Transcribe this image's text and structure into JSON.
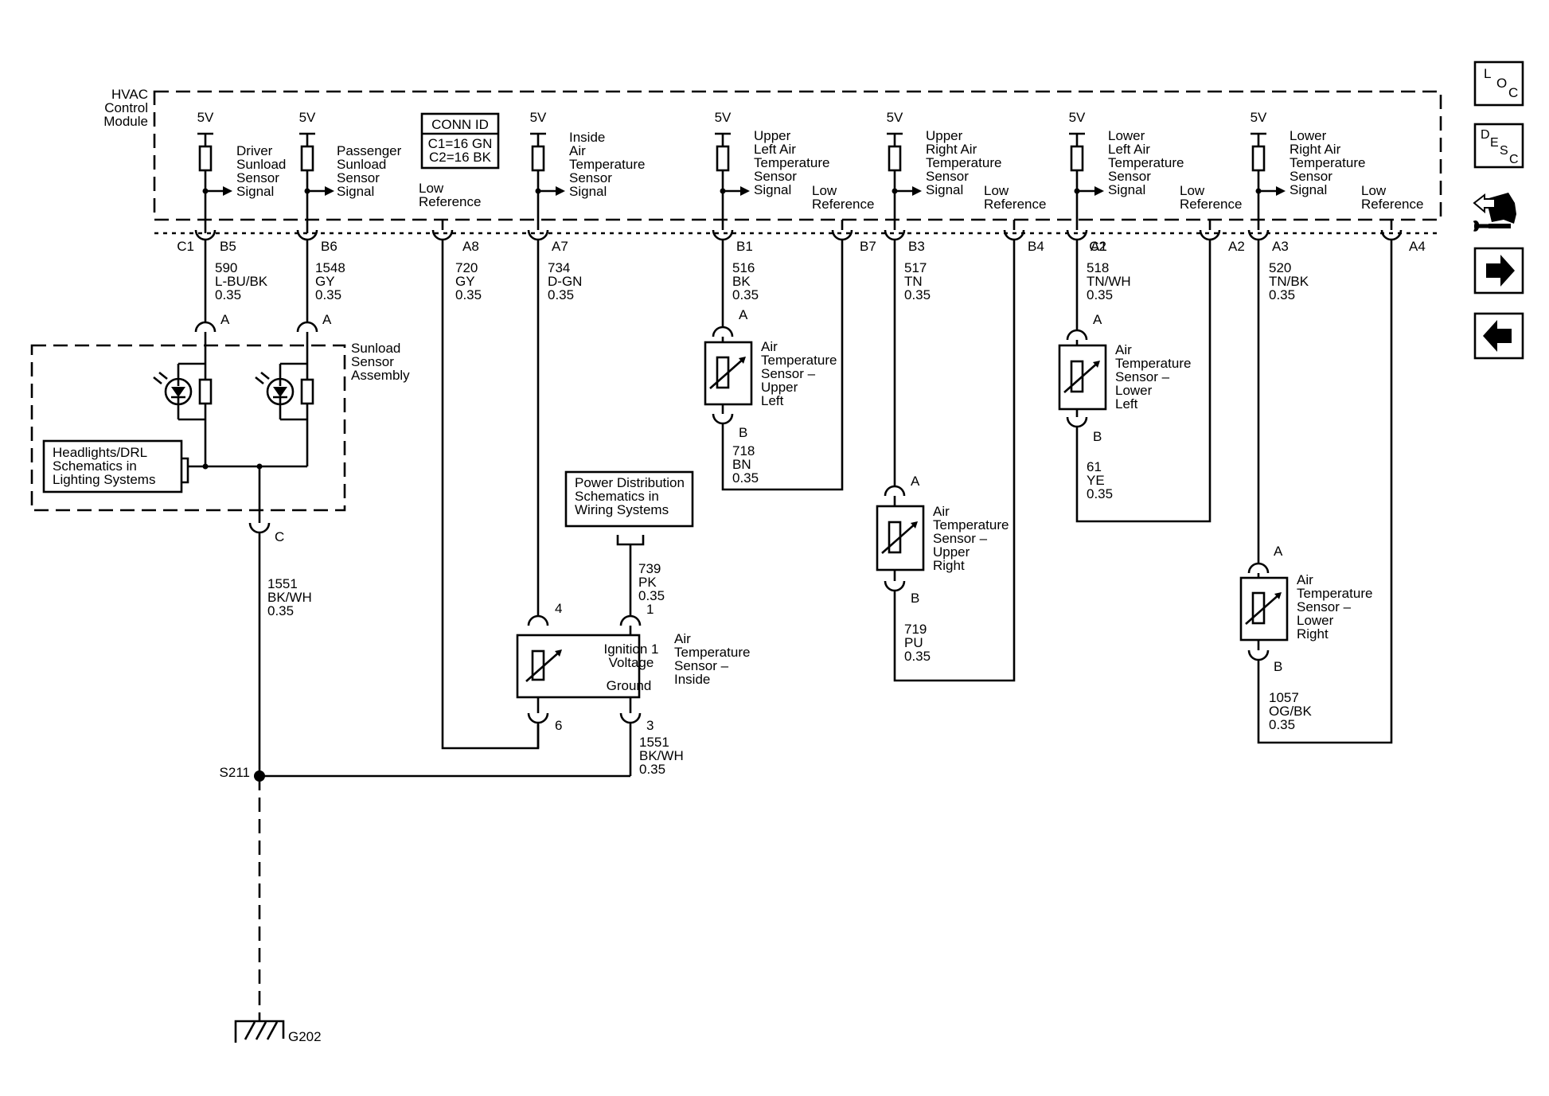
{
  "module": {
    "label_lines": [
      "HVAC",
      "Control",
      "Module"
    ],
    "conn_id_title": "CONN ID",
    "conn_id_lines": [
      "C1=16 GN",
      "C2=16 BK"
    ],
    "low_reference_lines": [
      "Low",
      "Reference"
    ],
    "supply_voltage": "5V",
    "connector_c1": "C1",
    "connector_c2": "C2"
  },
  "signals": {
    "driver_sunload": [
      "Driver",
      "Sunload",
      "Sensor",
      "Signal"
    ],
    "passenger_sunload": [
      "Passenger",
      "Sunload",
      "Sensor",
      "Signal"
    ],
    "inside_air": [
      "Inside",
      "Air",
      "Temperature",
      "Sensor",
      "Signal"
    ],
    "upper_left": [
      "Upper",
      "Left Air",
      "Temperature",
      "Sensor",
      "Signal"
    ],
    "upper_right": [
      "Upper",
      "Right Air",
      "Temperature",
      "Sensor",
      "Signal"
    ],
    "lower_left": [
      "Lower",
      "Left Air",
      "Temperature",
      "Sensor",
      "Signal"
    ],
    "lower_right": [
      "Lower",
      "Right Air",
      "Temperature",
      "Sensor",
      "Signal"
    ]
  },
  "pins": {
    "b5": "B5",
    "b6": "B6",
    "a8": "A8",
    "a7": "A7",
    "b1": "B1",
    "b7": "B7",
    "b3": "B3",
    "b4": "B4",
    "a1": "A1",
    "a2": "A2",
    "a3": "A3",
    "a4": "A4",
    "sensor_a": "A",
    "sensor_b": "B",
    "sunload_c": "C",
    "inside_4": "4",
    "inside_1": "1",
    "inside_6": "6",
    "inside_3": "3"
  },
  "wires": {
    "w590": [
      "590",
      "L-BU/BK",
      "0.35"
    ],
    "w1548": [
      "1548",
      "GY",
      "0.35"
    ],
    "w720": [
      "720",
      "GY",
      "0.35"
    ],
    "w734": [
      "734",
      "D-GN",
      "0.35"
    ],
    "w516": [
      "516",
      "BK",
      "0.35"
    ],
    "w517": [
      "517",
      "TN",
      "0.35"
    ],
    "w518": [
      "518",
      "TN/WH",
      "0.35"
    ],
    "w520": [
      "520",
      "TN/BK",
      "0.35"
    ],
    "w718": [
      "718",
      "BN",
      "0.35"
    ],
    "w719": [
      "719",
      "PU",
      "0.35"
    ],
    "w61": [
      "61",
      "YE",
      "0.35"
    ],
    "w1057": [
      "1057",
      "OG/BK",
      "0.35"
    ],
    "w739": [
      "739",
      "PK",
      "0.35"
    ],
    "w1551a": [
      "1551",
      "BK/WH",
      "0.35"
    ],
    "w1551b": [
      "1551",
      "BK/WH",
      "0.35"
    ]
  },
  "sensors": {
    "sunload_assembly": [
      "Sunload",
      "Sensor",
      "Assembly"
    ],
    "upper_left": [
      "Air",
      "Temperature",
      "Sensor –",
      "Upper",
      "Left"
    ],
    "upper_right": [
      "Air",
      "Temperature",
      "Sensor –",
      "Upper",
      "Right"
    ],
    "lower_left": [
      "Air",
      "Temperature",
      "Sensor –",
      "Lower",
      "Left"
    ],
    "lower_right": [
      "Air",
      "Temperature",
      "Sensor –",
      "Lower",
      "Right"
    ],
    "inside": [
      "Air",
      "Temperature",
      "Sensor –",
      "Inside"
    ],
    "inside_ignition": [
      "Ignition 1",
      "Voltage"
    ],
    "inside_ground": "Ground"
  },
  "references": {
    "headlights": [
      "Headlights/DRL",
      "Schematics in",
      "Lighting Systems"
    ],
    "power_distribution": [
      "Power Distribution",
      "Schematics in",
      "Wiring Systems"
    ]
  },
  "ground": {
    "splice": "S211",
    "ground": "G202"
  },
  "nav": {
    "loc": [
      "L",
      "O",
      "C"
    ],
    "desc": [
      "D",
      "E",
      "S",
      "C"
    ],
    "icons": [
      "loc-icon",
      "desc-icon",
      "connector-wrench-icon",
      "forward-arrow-icon",
      "back-arrow-icon"
    ]
  }
}
